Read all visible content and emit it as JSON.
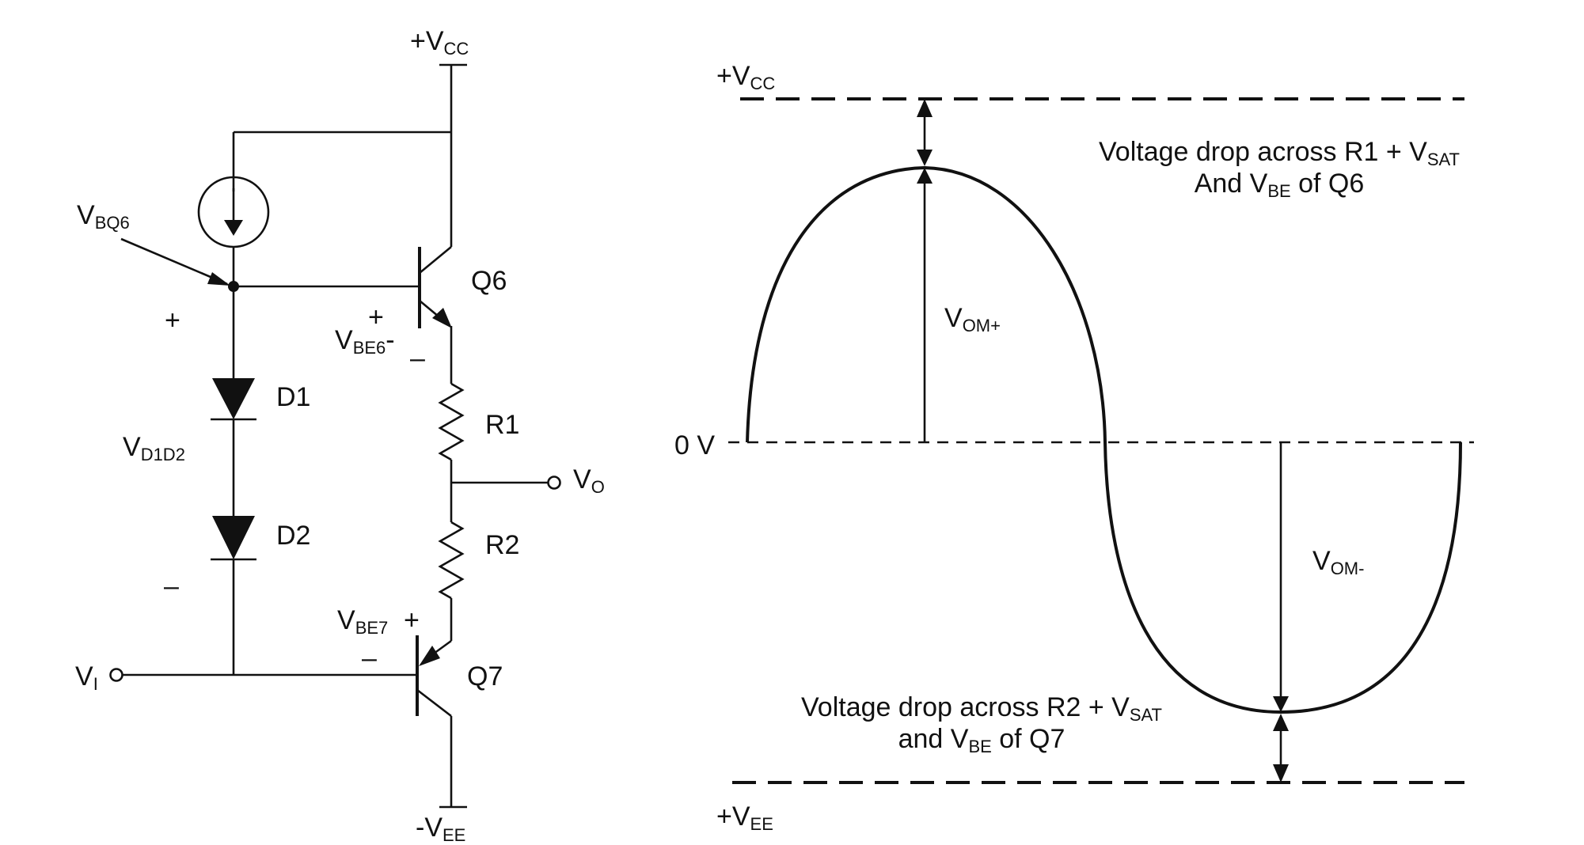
{
  "circuit": {
    "vcc_top": {
      "prefix": "+V",
      "sub": "CC"
    },
    "vbq6": {
      "prefix": "V",
      "sub": "BQ6"
    },
    "q6": "Q6",
    "q7": "Q7",
    "d1": "D1",
    "d2": "D2",
    "r1": "R1",
    "r2": "R2",
    "vd1d2": {
      "prefix": "V",
      "sub": "D1D2"
    },
    "vbe6": {
      "prefix": "V",
      "sub": "BE6",
      "suffix": "-"
    },
    "vbe7": {
      "prefix": "V",
      "sub": "BE7"
    },
    "vo": {
      "prefix": "V",
      "sub": "O"
    },
    "vi": {
      "prefix": "V",
      "sub": "I"
    },
    "vee": {
      "prefix": "-V",
      "sub": "EE"
    },
    "plus": "+",
    "minus": "–"
  },
  "waveform": {
    "vcc": {
      "prefix": "+V",
      "sub": "CC"
    },
    "zero": "0 V",
    "vee": {
      "prefix": "+V",
      "sub": "EE"
    },
    "vom_plus": {
      "prefix": "V",
      "sub": "OM+"
    },
    "vom_minus": {
      "prefix": "V",
      "sub": "OM-"
    },
    "top_note_1": {
      "prefix": "Voltage drop across R1 + V",
      "sub": "SAT"
    },
    "top_note_2": {
      "prefix": "And V",
      "sub": "BE",
      "suffix": " of Q6"
    },
    "bottom_note_1": {
      "prefix": "Voltage drop across R2 + V",
      "sub": "SAT"
    },
    "bottom_note_2": {
      "prefix": "and V",
      "sub": "BE",
      "suffix": " of Q7"
    }
  }
}
